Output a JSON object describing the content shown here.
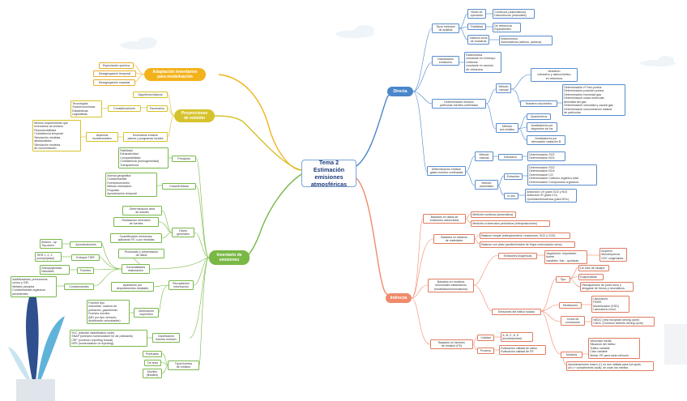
{
  "center": {
    "title": "Tema 2\nEstimación emisiones\natmosféricas"
  },
  "colors": {
    "directa": "#4a86c9",
    "indirecta": "#ef8a6b",
    "adaptacion": "#f3b21c",
    "proyecciones": "#d6c22c",
    "inventario": "#79b845"
  },
  "directa": {
    "label": "Directa",
    "tipos": "Tipos métodos\nde análisis",
    "modo": "Modo de\noperación",
    "modo_val": "Continuos (automáticos)\nDiscontinuos (manuales)",
    "fiabilidad": "Fiabilidad",
    "fiab_val": "De referencia\nEquivalentes",
    "sistema": "Sistema toma\nde muestras",
    "sist_val": "Instrumentos\nAcumulativos (activos, pasivos)",
    "clasif": "Clasificación\nemisiones",
    "clasif_val": "Estacionaria\nconstante en el tiempo\nUniforme\nconstante en sección\nde chimenea",
    "fuentes": "Determinación emisión\npartículas fuentes confinadas",
    "manual": "Método\nmanual",
    "muestreo": "Muestreo\nextractivo y asimocinético\nen chimenea",
    "muestreo_iso": "Muestreo isocinético",
    "iso_val": "Determinación nº tres puntos\nDeterminación posición puntos\nDeterminación humedad gas\nDeterminación masa molecular,\ndensidad del gas\nDeterminación velocidad y caudal gas\nDeterminación concentración másica\nde partículas",
    "auto": "Método\naut omático",
    "opac": "Opacímetros",
    "analiz1": "Analizadores por\ndispersión de luz",
    "analiz2": "Analizadores por\natenuación radiación B",
    "gases": "Determinación emisión\ngases fuentes confinadas",
    "g_manual": "Método\nmanual",
    "extractivo": "Extractivo",
    "g_man_val": "Determinación SO2\nDeterminación NOx",
    "g_auto": "Método\nautomático",
    "g_extr": "Extractivo",
    "g_extr_val": "Determinación SO2\nDeterminación NOx\nDeterminación CO\nDeterminación Carbono orgánico total\nDeterminación Compuestos orgánicos",
    "insitu": "In situ",
    "insitu_val": "Absorción UV (para SO2 y NO)\nAbsorción IR (para CO)\nQuimioluminiscencia (para NOx)"
  },
  "indirecta": {
    "label": "Indirecta",
    "datos": "Basados en datos de\nemisiones observados",
    "datos1": "Medición continua (automática)",
    "datos2": "Medición a intervalos periódicos (extrapolaciones)",
    "balance": "Basados en balance\nde materiales",
    "balance1": "Balance simple (estequiometría, reacciones, SO2 y CO2)",
    "balance2": "Balance con plato (aceite/emisión de flujos recirculación otros)",
    "modelos": "Basados en modelos\nfuncionales estadísticos\n(modelización/simulación)",
    "biog": "Emisiones biogénicas",
    "biog_veg": "Vegetación: importante: fuente\nvariables: foto - químicas",
    "biog_val": "Isopreno\nMonoterpenos\nVOC oxigenados",
    "trafico": "Emisiones del tráfico rodado",
    "tipo": "Tipo",
    "tubo": "De tubo de escape",
    "evap": "Evaporativas",
    "resusp": "Resuspensión de polvo seco y\ndesgaste de frenos y neumáticos",
    "mediciones": "Mediciones",
    "med_val": "Laboratorio\nPEMS\nModelización (ESD)\nLaboratorio móvil",
    "ciclos": "Ciclos de\nconducción",
    "ciclos_val": "NEDC (new european driving cycle)\nCADC (Common artemis driving cycle)",
    "modelos_t": "Modelos",
    "mod_val": "Velocidad media\nSituación del tráfico\nTráfico variable\nCiclo variable\nModal, FE para cada vehículo",
    "aprox": "Aproximaciones macro (+) no son válidas para hot spots\n(no (+ cumplimiento local), se usan los medios",
    "factores": "Basados en factores\nde emisión (FE)",
    "calidad": "Calidad",
    "calidad_val": "A, B, C, D, E\n(incertidumbre)",
    "proceso": "Proceso",
    "proceso_val": "Evaluación calidad de datos\nEvaluación calidad de FE"
  },
  "adaptacion": {
    "label": "Adaptación inventarios\npara modelización",
    "items": [
      "Especiación química",
      "Desagregación temporal",
      "Desagregación espacial"
    ]
  },
  "proyecciones": {
    "label": "Proyecciones\nde emisión",
    "alg": "Algoritmos básicos",
    "escenarios": "Escenarios",
    "consid": "Consideraciones",
    "consid_val": "Tecnologías\nSocioeconómicas\nEstadísticas\nLegislativas",
    "esc_val": "Escenarios emisión\nplanes y programas locales",
    "aspectos": "Aspectos\nfundamentales",
    "aspectos_val": "Mínimo requerimiento que\ninventarios de emisión\nReproducibilidad\nConsistencia temporal\nSimulación medidas\nabstractables\nSimulación modelos\nde concentración"
  },
  "inventario": {
    "label": "Inventario de\nemisiones",
    "principios": "Principios",
    "principios_val": "Fiabilidad\nExhaustividad\nComparabilidad\nConsistencia (homogeneidad)\nTransparencia",
    "caract": "Características",
    "caract_val": "Atomía geográfica\nContaminantes\nFuentes/sectores\nMétodo estimación\nPropósito\nAproximación temporal",
    "fases": "Fases\ngenerales",
    "fase1": "Determinación área\nde estudio",
    "fase2": "Realización inventario\nde fuentes",
    "fase3": "Cuantificación emisiones,\naplicando FE o por medidas",
    "fase4": "Procesado y presentación\nde datos",
    "general": "Generalidades\nelaboración",
    "aprox": "Aproximaciones",
    "aprox_val": "Bottom - up\nTop-down",
    "tier": "Enfoque TIER",
    "tier_val": "TIER 1, 2, 3\n(complejidad)",
    "fuentes": "Fuentes",
    "fuentes_val": "Antropogénicas\nNaturales",
    "contam": "Contaminantes",
    "contam_val": "Acidificadores, precursores\nozono y GEI\nMetales pesados\nContaminantes orgánicos\npersistentes",
    "recop": "Recopilación\ninformación",
    "recop1": "Apartación por\ndepartamentos estatales",
    "info": "Información\nespecífica",
    "info_val": "Fuentes tipo\nIndustrias, núcleos de\npoblación, gasolineras\nFuentes móviles\n(MD por tipo vehículo,\ndistribución velocidades)",
    "clasif": "Clasificación\nfuentes emisión",
    "clasif_val": "SCC (standar classification code)\nSNAP (selected nomenclature for air pollutants)\nCRF (common reporting format)\nNFR (nomenclature of reporting)",
    "tipos": "Tipos fuentes\nde emisión",
    "puntuales": "Puntuales",
    "area": "De área",
    "moviles": "Móviles\n(lineales)"
  }
}
